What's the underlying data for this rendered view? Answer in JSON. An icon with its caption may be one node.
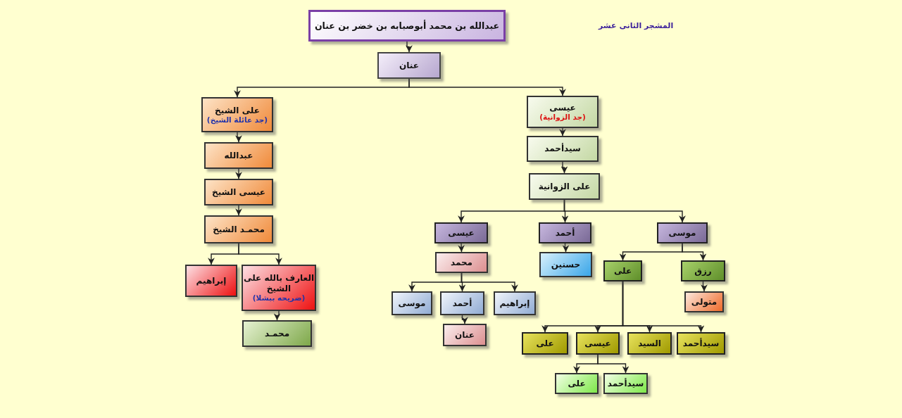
{
  "diagram": {
    "nodes": [
      {
        "text": [
          "عبدالله بن محمد أبوصبابه بن خضر بن عنان"
        ]
      },
      {
        "text": [
          "عنان"
        ]
      },
      {
        "text": [
          "على الشيخ",
          "(جد عائلة الشيخ)"
        ]
      },
      {
        "text": [
          "عبدالله"
        ]
      },
      {
        "text": [
          "عيسى الشيخ"
        ]
      },
      {
        "text": [
          "محمـد الشيخ"
        ]
      },
      {
        "text": [
          "إبراهيم"
        ]
      },
      {
        "text": [
          "العارف بالله على الشيخ",
          "(ضريحه ببشلا)"
        ]
      },
      {
        "text": [
          "محمـد"
        ]
      },
      {
        "text": [
          "عيسى",
          "(جد الزوانية)"
        ]
      },
      {
        "text": [
          "سيدأحمد"
        ]
      },
      {
        "text": [
          "على الزوانية"
        ]
      },
      {
        "text": [
          "عيسى"
        ]
      },
      {
        "text": [
          "أحمد"
        ]
      },
      {
        "text": [
          "موسى"
        ]
      },
      {
        "text": [
          "محمد"
        ]
      },
      {
        "text": [
          "حسنين"
        ]
      },
      {
        "text": [
          "على"
        ]
      },
      {
        "text": [
          "رزق"
        ]
      },
      {
        "text": [
          "موسى"
        ]
      },
      {
        "text": [
          "أحمد"
        ]
      },
      {
        "text": [
          "إبراهيم"
        ]
      },
      {
        "text": [
          "متولى"
        ]
      },
      {
        "text": [
          "عنان"
        ]
      },
      {
        "text": [
          "على"
        ]
      },
      {
        "text": [
          "عيسى"
        ]
      },
      {
        "text": [
          "السيد"
        ]
      },
      {
        "text": [
          "سيدأحمد"
        ]
      },
      {
        "text": [
          "على"
        ]
      },
      {
        "text": [
          "سيدأحمد"
        ]
      }
    ],
    "edges": [
      {
        "from": 0,
        "to": 1,
        "arrow": "to"
      },
      {
        "from": 1,
        "to": 2,
        "arrow": "to"
      },
      {
        "from": 1,
        "to": 9,
        "arrow": "to"
      },
      {
        "from": 2,
        "to": 3,
        "arrow": "to"
      },
      {
        "from": 3,
        "to": 4,
        "arrow": "to"
      },
      {
        "from": 4,
        "to": 5,
        "arrow": "to"
      },
      {
        "from": 5,
        "to": 6,
        "arrow": "to"
      },
      {
        "from": 5,
        "to": 7,
        "arrow": "to"
      },
      {
        "from": 7,
        "to": 8,
        "arrow": "to"
      },
      {
        "from": 9,
        "to": 10,
        "arrow": "to"
      },
      {
        "from": 10,
        "to": 11,
        "arrow": "to"
      },
      {
        "from": 11,
        "to": 12,
        "arrow": "to"
      },
      {
        "from": 11,
        "to": 13,
        "arrow": "to"
      },
      {
        "from": 11,
        "to": 14,
        "arrow": "to"
      },
      {
        "from": 12,
        "to": 15,
        "arrow": "to"
      },
      {
        "from": 13,
        "to": 16,
        "arrow": "to"
      },
      {
        "from": 14,
        "to": 17,
        "arrow": "to"
      },
      {
        "from": 14,
        "to": 18,
        "arrow": "to"
      },
      {
        "from": 15,
        "to": 19,
        "arrow": "to"
      },
      {
        "from": 15,
        "to": 20,
        "arrow": "to"
      },
      {
        "from": 15,
        "to": 21,
        "arrow": "to"
      },
      {
        "from": 20,
        "to": 23,
        "arrow": "to"
      },
      {
        "from": 18,
        "to": 22,
        "arrow": "to"
      },
      {
        "from": 17,
        "to": 24,
        "arrow": "to"
      },
      {
        "from": 17,
        "to": 25,
        "arrow": "to"
      },
      {
        "from": 17,
        "to": 26,
        "arrow": "to"
      },
      {
        "from": 17,
        "to": 27,
        "arrow": "to"
      },
      {
        "from": 25,
        "to": 28,
        "arrow": "to"
      },
      {
        "from": 25,
        "to": 29,
        "arrow": "to"
      }
    ],
    "labels": [
      "المشجر الثانى عشر"
    ]
  }
}
